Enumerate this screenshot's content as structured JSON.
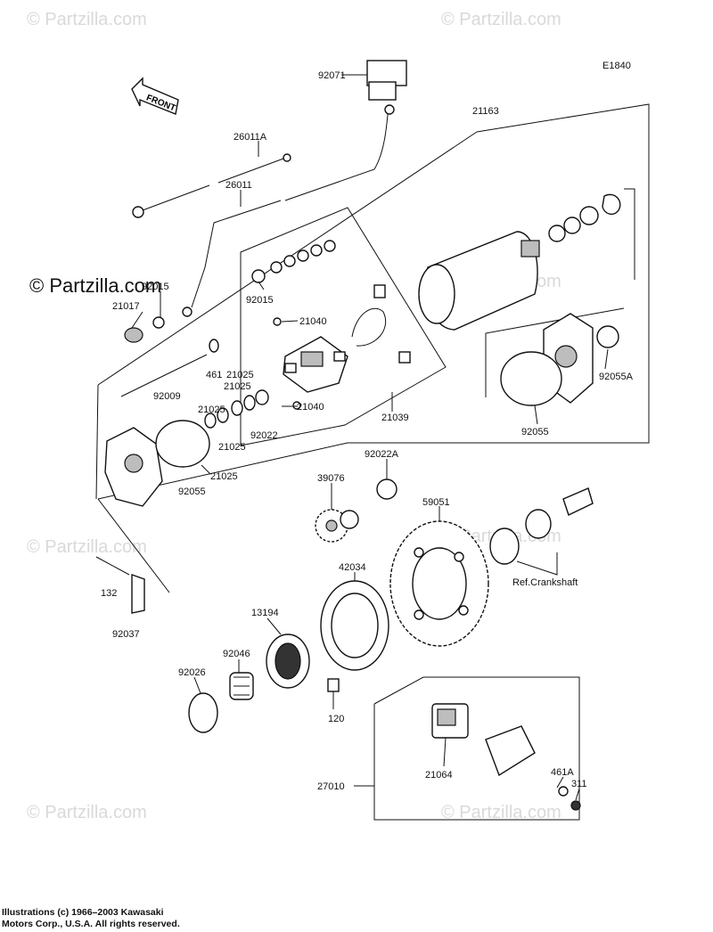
{
  "diagram_code": "E1840",
  "front_arrow_label": "FRONT",
  "watermark_text": "© Partzilla.com",
  "copyright_lines": [
    "Illustrations (c) 1966–2003 Kawasaki",
    "Motors Corp., U.S.A.  All rights reserved."
  ],
  "part_labels": [
    "92071",
    "21163",
    "26011A",
    "26011",
    "92015",
    "92015",
    "21017",
    "21040",
    "461",
    "21025",
    "21025",
    "92009",
    "21025",
    "92022",
    "21025",
    "21025",
    "21040",
    "21039",
    "92055A",
    "92055",
    "92055",
    "92022A",
    "39076",
    "59051",
    "Ref.Crankshaft",
    "42034",
    "132",
    "92037",
    "13194",
    "92046",
    "92026",
    "120",
    "21064",
    "27010",
    "461A",
    "311"
  ]
}
